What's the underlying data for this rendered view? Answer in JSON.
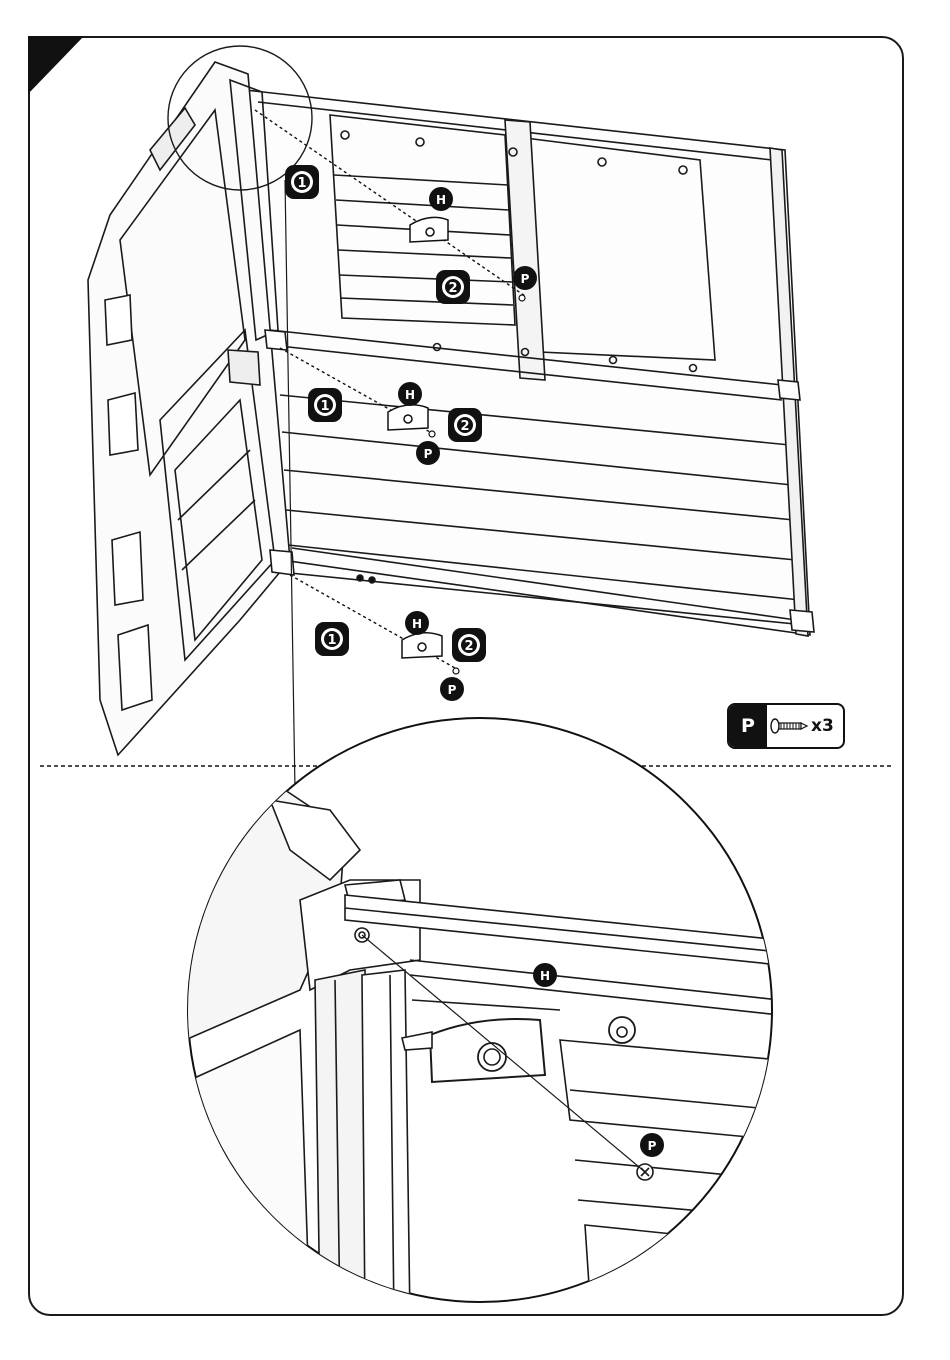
{
  "callouts": {
    "step1": "1",
    "step2": "2",
    "part_h": "H",
    "part_p": "P"
  },
  "parts_box": {
    "letter": "P",
    "icon": "screw-icon",
    "quantity": "x3"
  },
  "colors": {
    "ink": "#111111",
    "paper": "#ffffff"
  }
}
